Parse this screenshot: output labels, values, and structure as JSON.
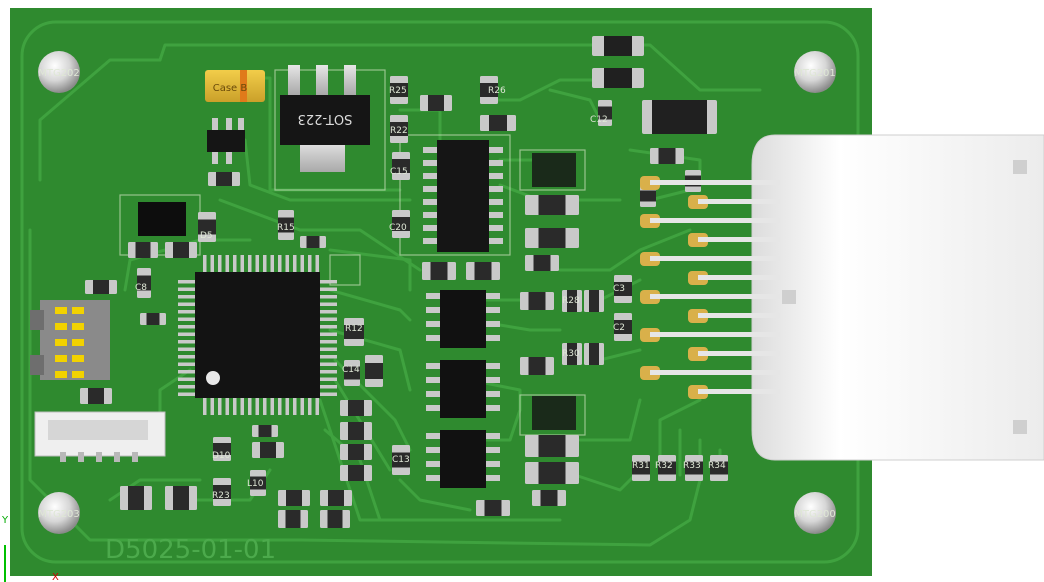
{
  "board": {
    "part_number": "D5025-01-01",
    "colors": {
      "soldermask": "#2f8a2f",
      "trace": "#3fa23f",
      "silkscreen": "#dfe7d6",
      "pad": "#c9c9c9",
      "connector": "#f2f2f2"
    }
  },
  "mounting_holes": [
    "MTG202",
    "MTG201",
    "MTG203",
    "MTG200"
  ],
  "packages": {
    "regulator": "SOT-223",
    "tantalum_cap": "Case B"
  },
  "silkscreen": {
    "r26": "R26",
    "r25": "R25",
    "r22": "R22",
    "r15": "R15",
    "r12": "R12",
    "c20": "C20",
    "c15": "C15",
    "c14": "C14",
    "c13": "C13",
    "c12": "C12",
    "c8": "C8",
    "c3": "C3",
    "c2": "C2",
    "d5": "D5",
    "d10": "D10",
    "l10": "L10",
    "r23": "R23",
    "r28": "R28",
    "r30": "R30",
    "r31": "R31",
    "r32": "R32",
    "r33": "R33",
    "r34": "R34"
  },
  "axis_glyphs": {
    "y": "Y",
    "x": "X"
  }
}
